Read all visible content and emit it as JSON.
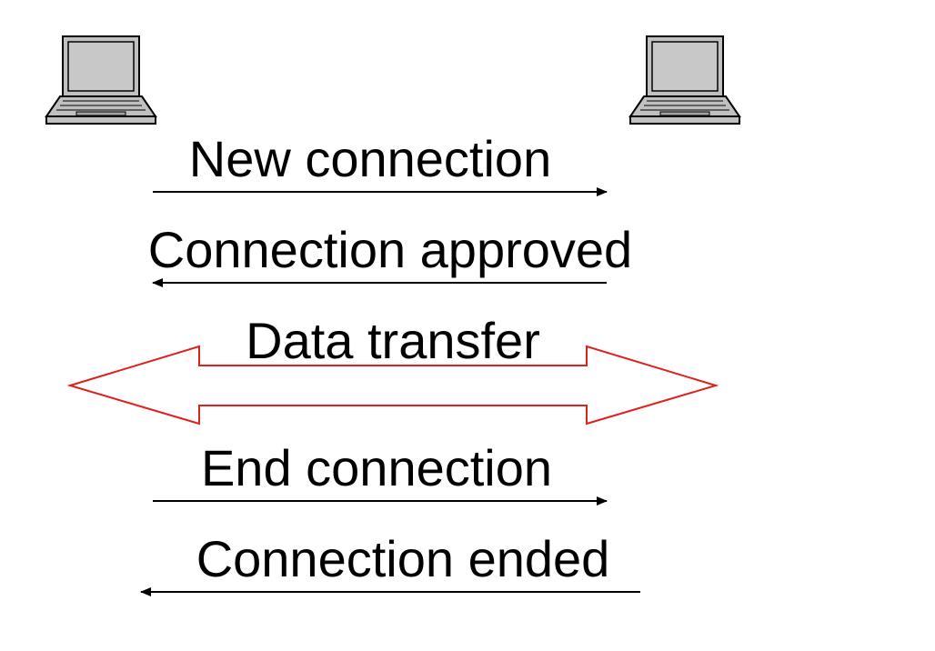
{
  "colors": {
    "arrow_stroke": "#000000",
    "data_arrow_stroke": "#e0201b",
    "laptop_fill": "#c0c0c0",
    "laptop_outline": "#000000"
  },
  "endpoints": {
    "left": {
      "icon": "laptop-icon"
    },
    "right": {
      "icon": "laptop-icon"
    }
  },
  "messages": [
    {
      "label": "New connection",
      "direction": "left-to-right"
    },
    {
      "label": "Connection approved",
      "direction": "right-to-left"
    },
    {
      "label": "Data transfer",
      "direction": "bidirectional"
    },
    {
      "label": "End connection",
      "direction": "left-to-right"
    },
    {
      "label": "Connection ended",
      "direction": "right-to-left"
    }
  ]
}
